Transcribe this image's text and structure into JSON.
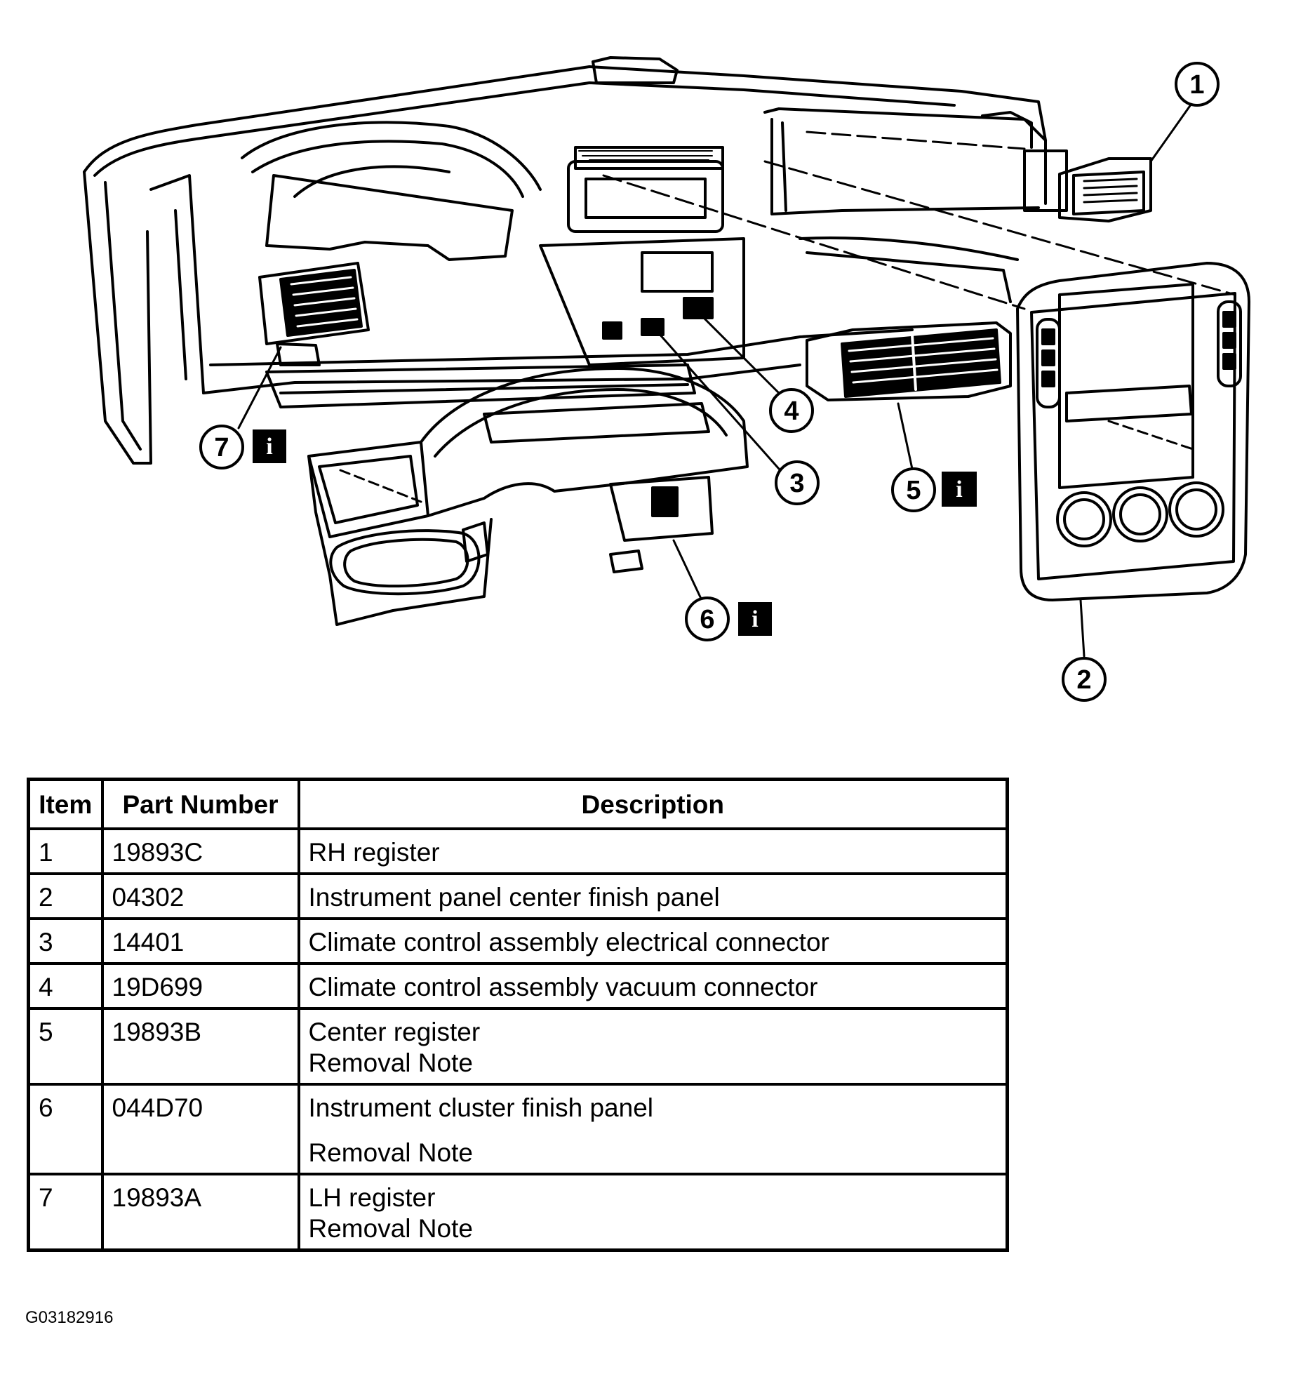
{
  "callouts": [
    "1",
    "2",
    "3",
    "4",
    "5",
    "6",
    "7"
  ],
  "info_marker": "i",
  "table": {
    "headers": [
      "Item",
      "Part Number",
      "Description"
    ],
    "rows": [
      {
        "item": "1",
        "part": "19893C",
        "desc": [
          "RH register"
        ]
      },
      {
        "item": "2",
        "part": "04302",
        "desc": [
          "Instrument panel center finish panel"
        ]
      },
      {
        "item": "3",
        "part": "14401",
        "desc": [
          "Climate control assembly electrical connector"
        ]
      },
      {
        "item": "4",
        "part": "19D699",
        "desc": [
          "Climate control assembly vacuum connector"
        ]
      },
      {
        "item": "5",
        "part": "19893B",
        "desc": [
          "Center register",
          "Removal Note"
        ]
      },
      {
        "item": "6",
        "part": "044D70",
        "desc": [
          "Instrument cluster finish panel",
          "Removal Note"
        ]
      },
      {
        "item": "7",
        "part": "19893A",
        "desc": [
          "LH register",
          "Removal Note"
        ]
      }
    ]
  },
  "figure_id": "G03182916"
}
